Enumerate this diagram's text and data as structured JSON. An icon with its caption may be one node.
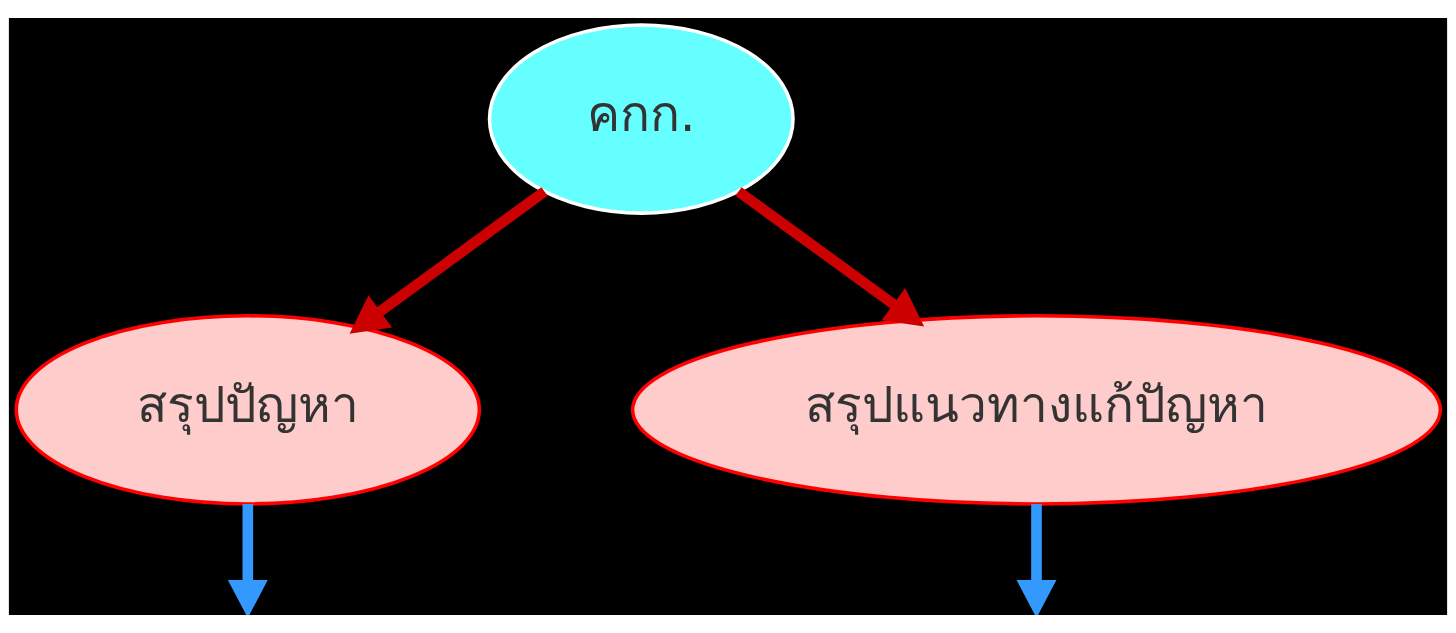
{
  "diagram": {
    "nodes": [
      {
        "text": [
          "คกก."
        ]
      },
      {
        "text": [
          "สรุปปัญหา"
        ]
      },
      {
        "text": [
          "สรุปแนวทางแก้ปัญหา"
        ]
      }
    ],
    "edges": [
      {
        "from": 0,
        "to": 1,
        "arrow": "to",
        "color": "#cc0000"
      },
      {
        "from": 0,
        "to": 2,
        "arrow": "to",
        "color": "#cc0000"
      },
      {
        "from": 1,
        "to": null,
        "arrow": "to",
        "color": "#3399ff"
      },
      {
        "from": 2,
        "to": null,
        "arrow": "to",
        "color": "#3399ff"
      }
    ]
  }
}
